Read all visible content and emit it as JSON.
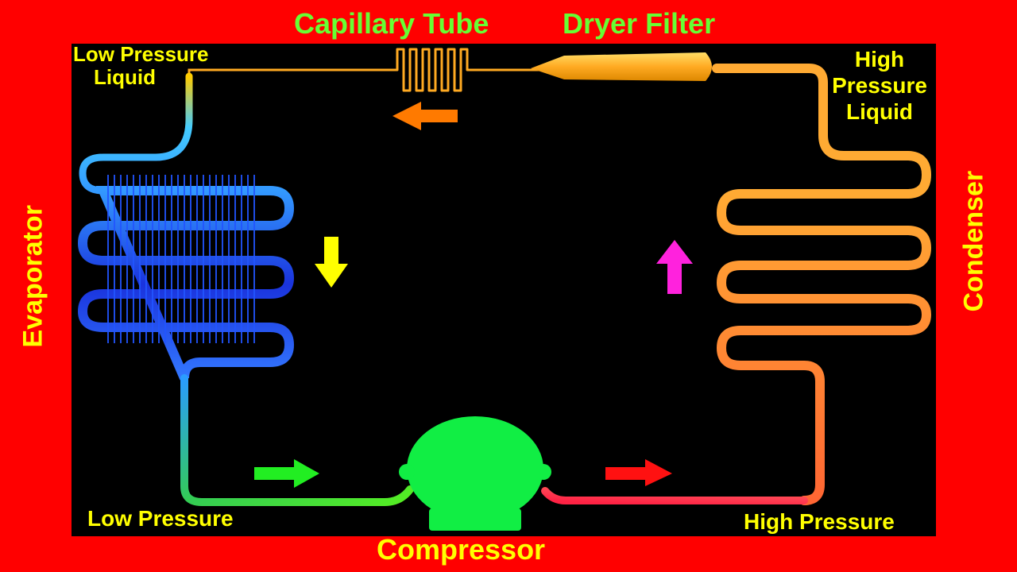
{
  "labels": {
    "capillary_tube": "Capillary Tube",
    "dryer_filter": "Dryer Filter",
    "low_pressure_liquid_line1": "Low Pressure",
    "low_pressure_liquid_line2": "Liquid",
    "high_pressure_liquid_line1": "High",
    "high_pressure_liquid_line2": "Pressure",
    "high_pressure_liquid_line3": "Liquid",
    "evaporator": "Evaporator",
    "condenser": "Condenser",
    "low_pressure": "Low Pressure",
    "high_pressure": "High Pressure",
    "compressor": "Compressor"
  },
  "colors": {
    "background": "#ff0000",
    "panel": "#000000",
    "label_yellow": "#ffff00",
    "label_green": "#66ff33",
    "compressor": "#11ee44",
    "arrow_orange": "#ff7a00",
    "arrow_yellow": "#ffff00",
    "arrow_magenta": "#ff22dd",
    "arrow_green": "#22ee22",
    "arrow_red": "#ff1111"
  }
}
